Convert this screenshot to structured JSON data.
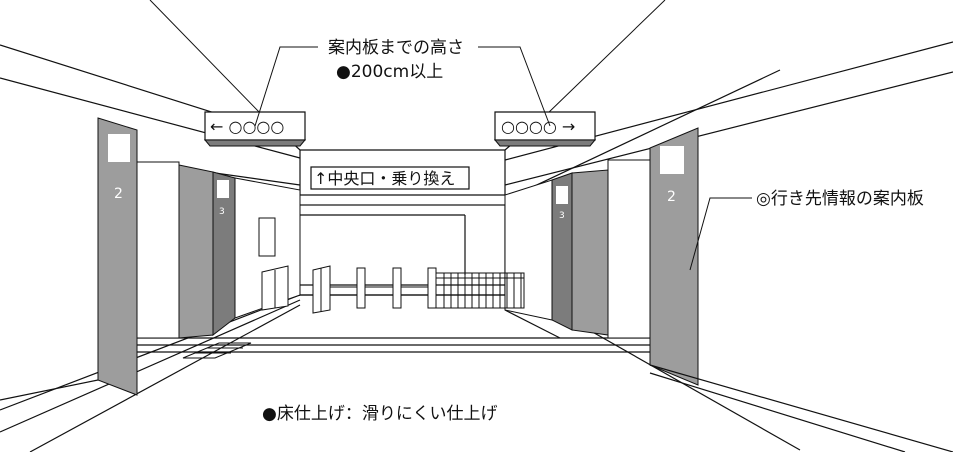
{
  "labels": {
    "sign_height_title": "案内板までの高さ",
    "sign_height_value": "●200cm以上",
    "destination_info": "◎行き先情報の案内板",
    "floor_finish": "●床仕上げ：滑りにくい仕上げ"
  },
  "signs": {
    "left_sign": "← ○○○○",
    "right_sign": "○○○○ →",
    "center_sign": "↑中央口・乗り換え"
  },
  "columns": {
    "near_left_number": "2",
    "near_right_number": "2",
    "far_left_number": "3",
    "far_right_number": "3"
  },
  "colors": {
    "line": "#111111",
    "column_near": "#9d9d9d",
    "column_far": "#7c7c7c",
    "column_side": "#b5b5b5",
    "background": "#ffffff"
  }
}
